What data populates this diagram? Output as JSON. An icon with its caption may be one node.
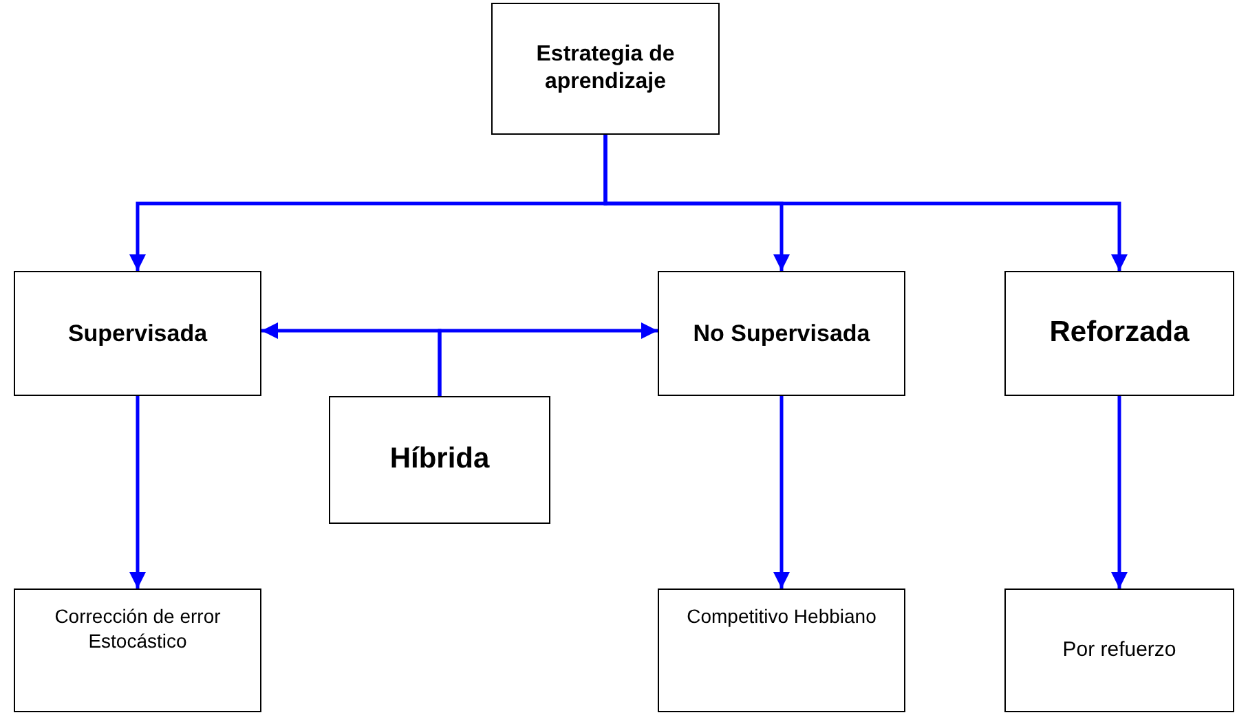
{
  "diagram": {
    "nodes": [
      {
        "text": [
          "Estrategia de aprendizaje"
        ]
      },
      {
        "text": [
          "Supervisada"
        ]
      },
      {
        "text": [
          "No Supervisada"
        ]
      },
      {
        "text": [
          "Reforzada"
        ]
      },
      {
        "text": [
          "Híbrida"
        ]
      },
      {
        "text": [
          "Corrección de error Estocástico"
        ]
      },
      {
        "text": [
          "Competitivo Hebbiano"
        ]
      },
      {
        "text": [
          "Por refuerzo"
        ]
      }
    ],
    "edges": [
      {
        "from": 0,
        "to": 1,
        "arrow": "to"
      },
      {
        "from": 0,
        "to": 2,
        "arrow": "to"
      },
      {
        "from": 0,
        "to": 3,
        "arrow": "to"
      },
      {
        "from": 4,
        "to": 1,
        "arrow": "to"
      },
      {
        "from": 4,
        "to": 2,
        "arrow": "to"
      },
      {
        "from": 1,
        "to": 5,
        "arrow": "to"
      },
      {
        "from": 2,
        "to": 6,
        "arrow": "to"
      },
      {
        "from": 3,
        "to": 7,
        "arrow": "to"
      }
    ]
  }
}
